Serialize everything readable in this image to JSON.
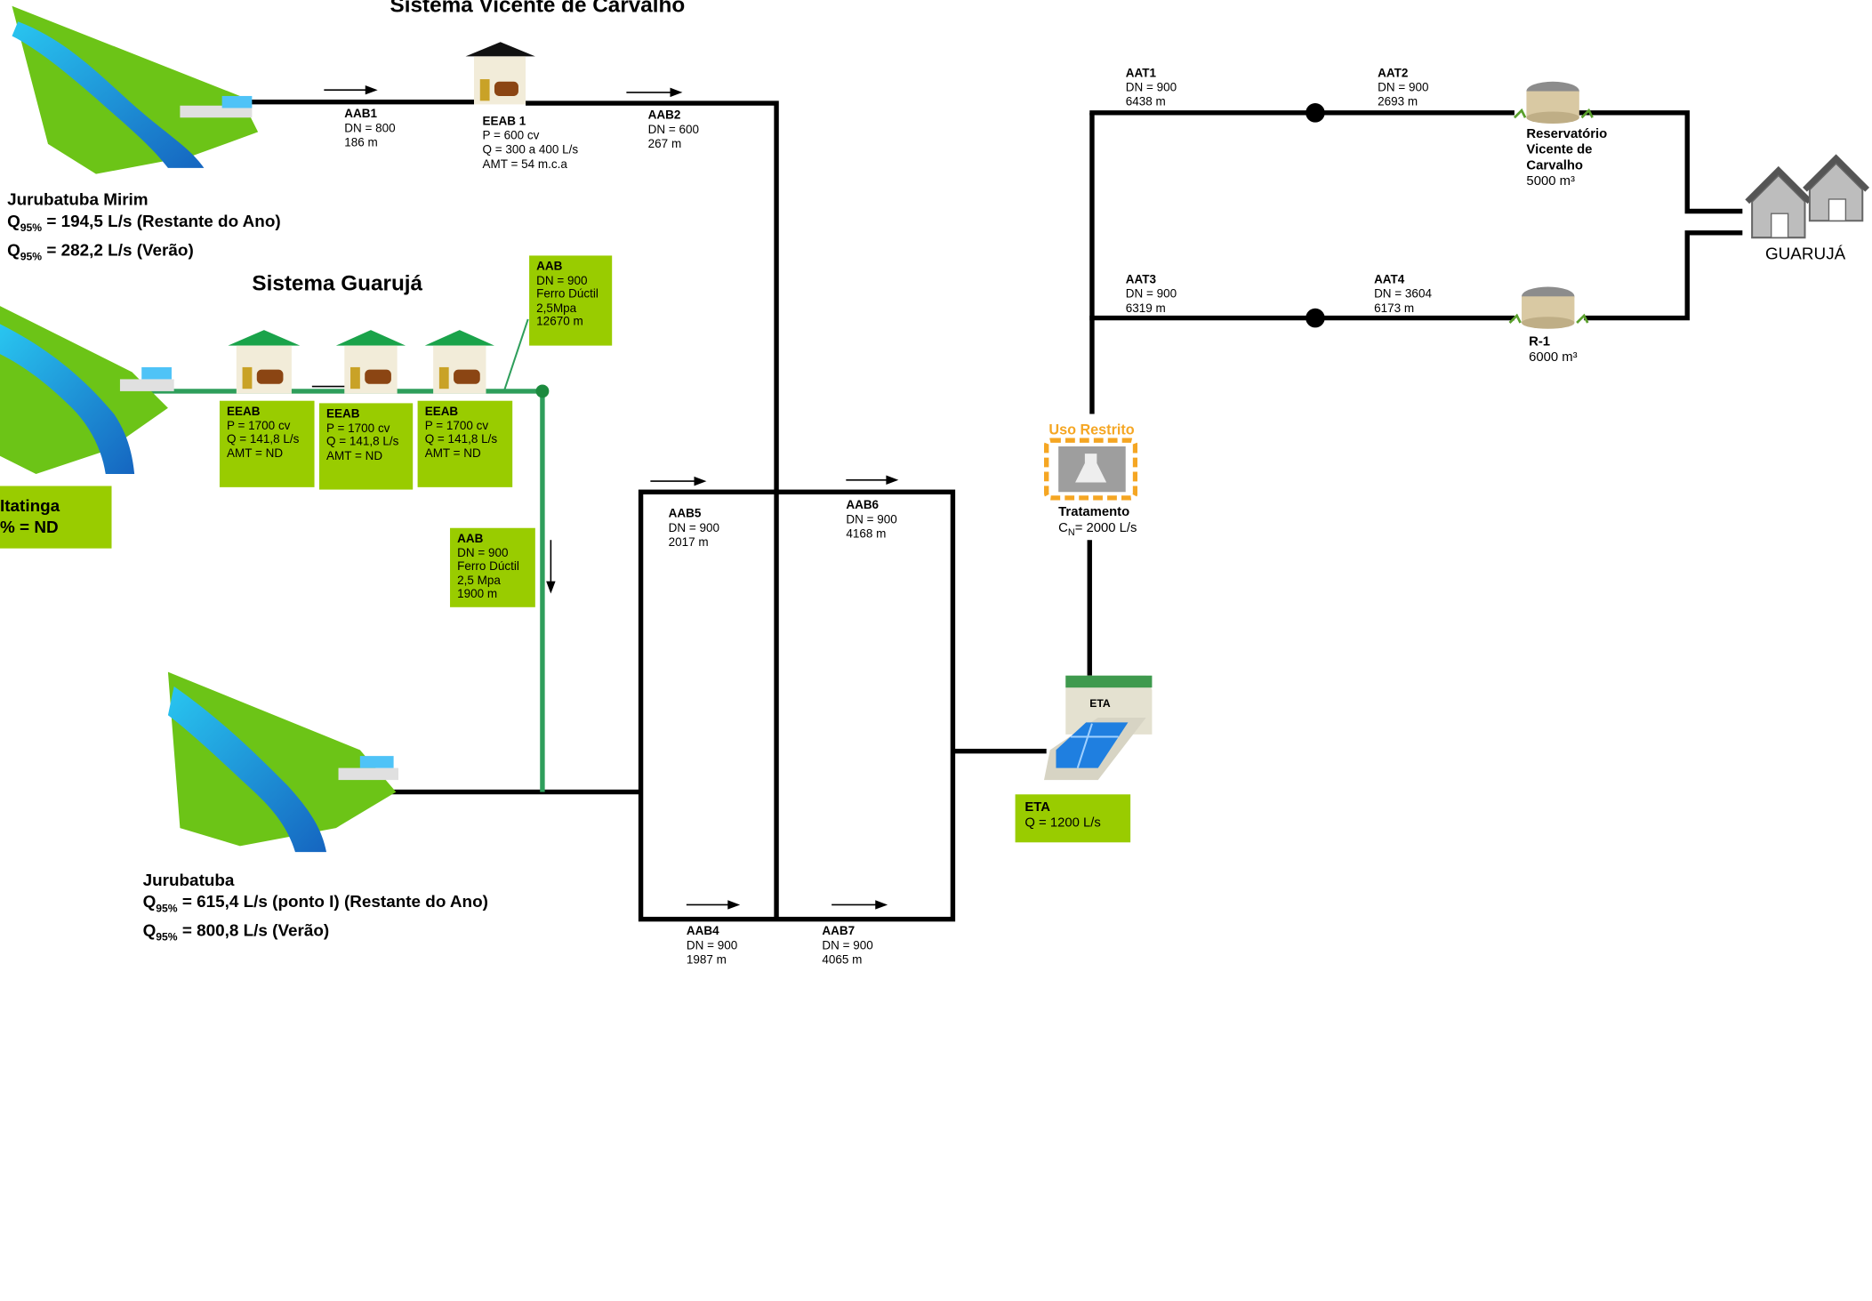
{
  "titles": {
    "vicente": "Sistema Vicente de Carvalho",
    "guaruja": "Sistema Guarujá"
  },
  "sources": {
    "mirim": {
      "name": "Jurubatuba Mirim",
      "q1_pre": "Q",
      "q1_sub": "95%",
      "q1_post": " = 194,5 L/s (Restante do Ano)",
      "q2_pre": "Q",
      "q2_sub": "95%",
      "q2_post": " = 282,2 L/s (Verão)"
    },
    "itatinga": {
      "name": "Itatinga",
      "q_text": "% = ND"
    },
    "jurubatuba": {
      "name": "Jurubatuba",
      "q1_pre": "Q",
      "q1_sub": "95%",
      "q1_post": " = 615,4 L/s (ponto I) (Restante do Ano)",
      "q2_pre": "Q",
      "q2_sub": "95%",
      "q2_post": " = 800,8 L/s (Verão)"
    }
  },
  "pipes": {
    "aab1": {
      "name": "AAB1",
      "dn": "DN = 800",
      "len": "186 m"
    },
    "aab2": {
      "name": "AAB2",
      "dn": "DN = 600",
      "len": "267 m"
    },
    "aab5": {
      "name": "AAB5",
      "dn": "DN = 900",
      "len": "2017 m"
    },
    "aab6": {
      "name": "AAB6",
      "dn": "DN = 900",
      "len": "4168 m"
    },
    "aab4": {
      "name": "AAB4",
      "dn": "DN = 900",
      "len": "1987 m"
    },
    "aab7": {
      "name": "AAB7",
      "dn": "DN = 900",
      "len": "4065 m"
    },
    "aat1": {
      "name": "AAT1",
      "dn": "DN = 900",
      "len": "6438 m"
    },
    "aat2": {
      "name": "AAT2",
      "dn": "DN = 900",
      "len": "2693 m"
    },
    "aat3": {
      "name": "AAT3",
      "dn": "DN = 900",
      "len": "6319 m"
    },
    "aat4": {
      "name": "AAT4",
      "dn": "DN = 3604",
      "len": "6173 m"
    }
  },
  "eeab1": {
    "name": "EEAB 1",
    "p": "P = 600 cv",
    "q": "Q = 300 a 400 L/s",
    "amt": "AMT = 54 m.c.a"
  },
  "eeab_boxes": [
    {
      "name": "EEAB",
      "p": "P = 1700 cv",
      "q": "Q = 141,8 L/s",
      "amt": "AMT = ND"
    },
    {
      "name": "EEAB",
      "p": "P = 1700 cv",
      "q": "Q = 141,8 L/s",
      "amt": "AMT = ND"
    },
    {
      "name": "EEAB",
      "p": "P = 1700 cv",
      "q": "Q = 141,8 L/s",
      "amt": "AMT = ND"
    }
  ],
  "aab_top": {
    "name": "AAB",
    "dn": "DN = 900",
    "mat1": "Ferro Dúctil",
    "mat2": "2,5Mpa",
    "len": "12670 m"
  },
  "aab_mid": {
    "name": "AAB",
    "dn": "DN = 900",
    "mat1": "Ferro Dúctil",
    "mat2": "2,5 Mpa",
    "len": "1900 m"
  },
  "eta": {
    "name": "ETA",
    "q": "Q = 1200 L/s",
    "sign": "ETA"
  },
  "treatment": {
    "restricted": "Uso Restrito",
    "name": "Tratamento",
    "cap_pre": "C",
    "cap_sub": "N",
    "cap_post": "= 2000 L/s"
  },
  "reservoirs": {
    "vc": {
      "l1": "Reservatório",
      "l2": "Vicente de",
      "l3": "Carvalho",
      "vol": "5000 m³"
    },
    "r1": {
      "name": "R-1",
      "vol": "6000 m³"
    }
  },
  "city": "GUARUJÁ",
  "colors": {
    "pipe": "#000000",
    "guaruja_pipe": "#2e9e5b",
    "label_box": "#99cc00",
    "restricted": "#f5a623",
    "water": "#2196f3",
    "land": "#6cc417"
  }
}
